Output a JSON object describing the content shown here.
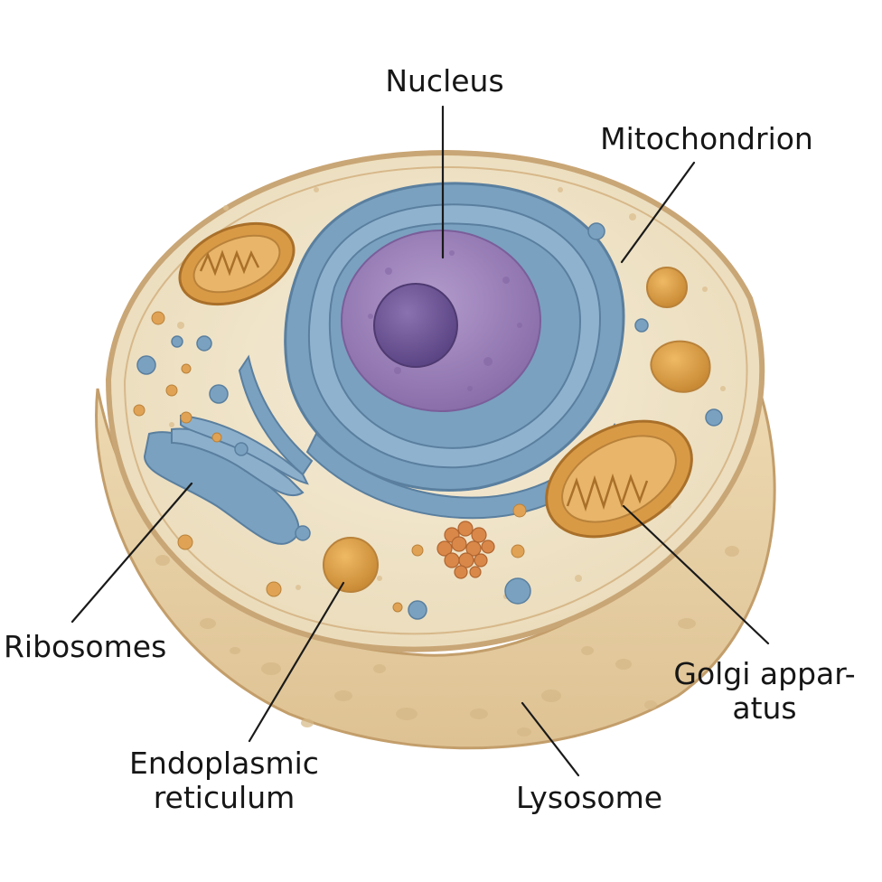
{
  "labels": {
    "nucleus": "Nucleus",
    "mitochondrion": "Mitochondrion",
    "ribosomes": "Ribosomes",
    "golgi_line1": "Golgi appar-",
    "golgi_line2": "atus",
    "er_line1": "Endoplasmic",
    "er_line2": "reticulum",
    "lysosome": "Lysosome"
  },
  "colors": {
    "membrane": "#c9a676",
    "cytoplasm": "#efe4cc",
    "cell_wall_side": "#e8d3a8",
    "nuclear_envelope": "#6f97b8",
    "nucleus": "#9d80b8",
    "nucleolus": "#6e5596",
    "mitochondrion": "#d99a46",
    "er_blue": "#7aa1c0"
  }
}
